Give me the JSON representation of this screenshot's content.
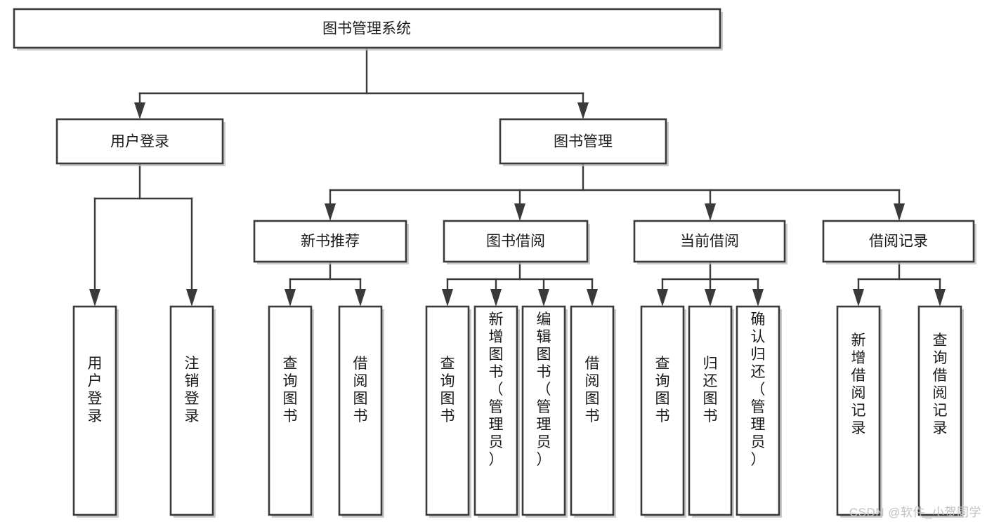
{
  "diagram": {
    "type": "tree-hierarchy-chart",
    "title": "图书管理系统",
    "watermark": "CSDN @软件_小贺同学",
    "colors": {
      "box_stroke": "#3a3a3a",
      "box_fill": "#ffffff",
      "text": "#1a1a1a",
      "watermark": "#c2c2c2",
      "background": "#ffffff"
    },
    "levels": {
      "root": {
        "label": "图书管理系统"
      },
      "level2": [
        {
          "id": "user-login",
          "label": "用户登录"
        },
        {
          "id": "book-management",
          "label": "图书管理"
        }
      ],
      "level3": [
        {
          "id": "new-book-recommend",
          "label": "新书推荐"
        },
        {
          "id": "book-borrow",
          "label": "图书借阅"
        },
        {
          "id": "current-borrow",
          "label": "当前借阅"
        },
        {
          "id": "borrow-record",
          "label": "借阅记录"
        }
      ],
      "leaves": {
        "user-login": [
          {
            "id": "leaf-user-login",
            "label": "用户登录"
          },
          {
            "id": "leaf-logout-login",
            "label": "注销登录"
          }
        ],
        "new-book-recommend": [
          {
            "id": "leaf-query-book-1",
            "label": "查询图书"
          },
          {
            "id": "leaf-borrow-book-1",
            "label": "借阅图书"
          }
        ],
        "book-borrow": [
          {
            "id": "leaf-query-book-2",
            "label": "查询图书"
          },
          {
            "id": "leaf-add-book",
            "label": "新增图书（管理员）"
          },
          {
            "id": "leaf-edit-book",
            "label": "编辑图书（管理员）"
          },
          {
            "id": "leaf-borrow-book-2",
            "label": "借阅图书"
          }
        ],
        "current-borrow": [
          {
            "id": "leaf-query-book-3",
            "label": "查询图书"
          },
          {
            "id": "leaf-return-book",
            "label": "归还图书"
          },
          {
            "id": "leaf-confirm-return",
            "label": "确认归还（管理员）"
          }
        ],
        "borrow-record": [
          {
            "id": "leaf-add-record",
            "label": "新增借阅记录"
          },
          {
            "id": "leaf-query-record",
            "label": "查询借阅记录"
          }
        ]
      }
    }
  }
}
